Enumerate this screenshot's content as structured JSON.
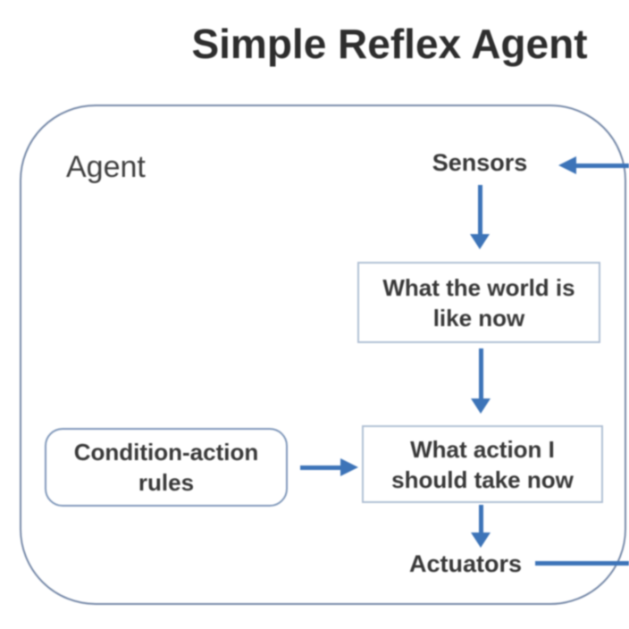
{
  "title": "Simple Reflex Agent",
  "agent": {
    "label": "Agent"
  },
  "nodes": {
    "sensors": {
      "label": "Sensors"
    },
    "actuators": {
      "label": "Actuators"
    },
    "world": {
      "line1": "What the world is",
      "line2": "like now"
    },
    "action": {
      "line1": "What action I",
      "line2": "should take now"
    },
    "rules": {
      "line1": "Condition-action",
      "line2": "rules"
    }
  },
  "icons": {
    "sensors_arrow": "arrow-left-icon",
    "flow_arrow_1": "arrow-down-icon",
    "flow_arrow_2": "arrow-down-icon",
    "flow_arrow_3": "arrow-down-icon",
    "rules_arrow": "arrow-right-icon",
    "actuators_connector": "line-right-icon"
  },
  "colors": {
    "arrow": "#3d74b8",
    "agent_border": "#7689a8",
    "box_border": "#b0c0d4",
    "rules_border": "#8098ba",
    "text": "#383838",
    "agent_text": "#3f3f3f",
    "title_text": "#2d2d2d",
    "background": "#ffffff"
  }
}
